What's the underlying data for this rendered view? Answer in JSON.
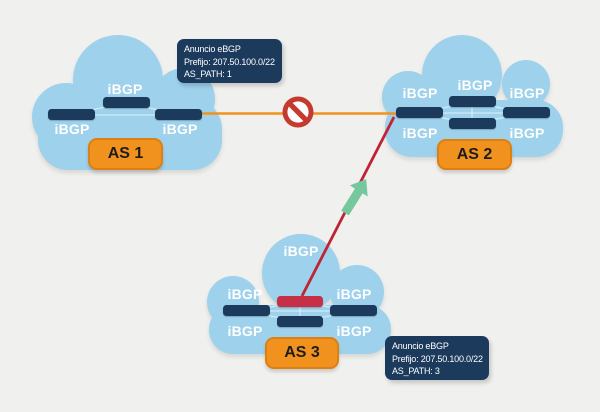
{
  "clouds": [
    {
      "as_label": "AS 1",
      "ibgp_labels": [
        "iBGP",
        "iBGP",
        "iBGP"
      ]
    },
    {
      "as_label": "AS 2",
      "ibgp_labels": [
        "iBGP",
        "iBGP",
        "iBGP",
        "iBGP",
        "iBGP"
      ]
    },
    {
      "as_label": "AS 3",
      "ibgp_labels": [
        "iBGP",
        "iBGP",
        "iBGP",
        "iBGP",
        "iBGP"
      ]
    }
  ],
  "annotations": [
    {
      "title": "Anuncio eBGP",
      "prefijo": "Prefijo: 207.50.100.0/22",
      "as_path": "AS_PATH: 1"
    },
    {
      "title": "Anuncio eBGP",
      "prefijo": "Prefijo: 207.50.100.0/22",
      "as_path": "AS_PATH: 3"
    }
  ],
  "icons": {
    "prohibited": "prohibited-sign",
    "arrow": "green-up-arrow"
  },
  "colors": {
    "background": "#F0F0EE",
    "cloud": "#9DD1EC",
    "navy": "#1B3A5C",
    "red-router": "#C63047",
    "orange": "#F2921E",
    "orange-border": "#DE7F12",
    "badge-text": "#1C1C1C",
    "link-orange": "#F0931F",
    "link-red": "#BE2433",
    "prohibited": "#C43A2F",
    "arrow-green": "#76C69E",
    "mesh": "#FFFFFF"
  }
}
